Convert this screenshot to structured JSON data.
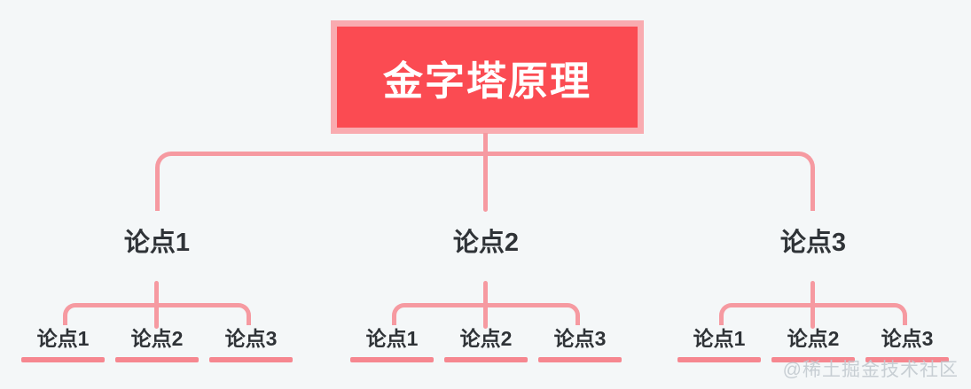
{
  "canvas": {
    "background": "#f4f7f8",
    "accent_fill": "#fb4b52",
    "accent_border": "#f9abb0",
    "line_color": "#f69aa1",
    "underline_color": "#f68790",
    "text_color": "#2f3337",
    "root_text_color": "#ffffff",
    "watermark_color": "#c3cad0"
  },
  "root": {
    "label": "金字塔原理"
  },
  "branches": [
    {
      "label": "论点1",
      "children": [
        {
          "label": "论点1"
        },
        {
          "label": "论点2"
        },
        {
          "label": "论点3"
        }
      ]
    },
    {
      "label": "论点2",
      "children": [
        {
          "label": "论点1"
        },
        {
          "label": "论点2"
        },
        {
          "label": "论点3"
        }
      ]
    },
    {
      "label": "论点3",
      "children": [
        {
          "label": "论点1"
        },
        {
          "label": "论点2"
        },
        {
          "label": "论点3"
        }
      ]
    }
  ],
  "watermark": {
    "label": "@稀土掘金技术社区"
  }
}
